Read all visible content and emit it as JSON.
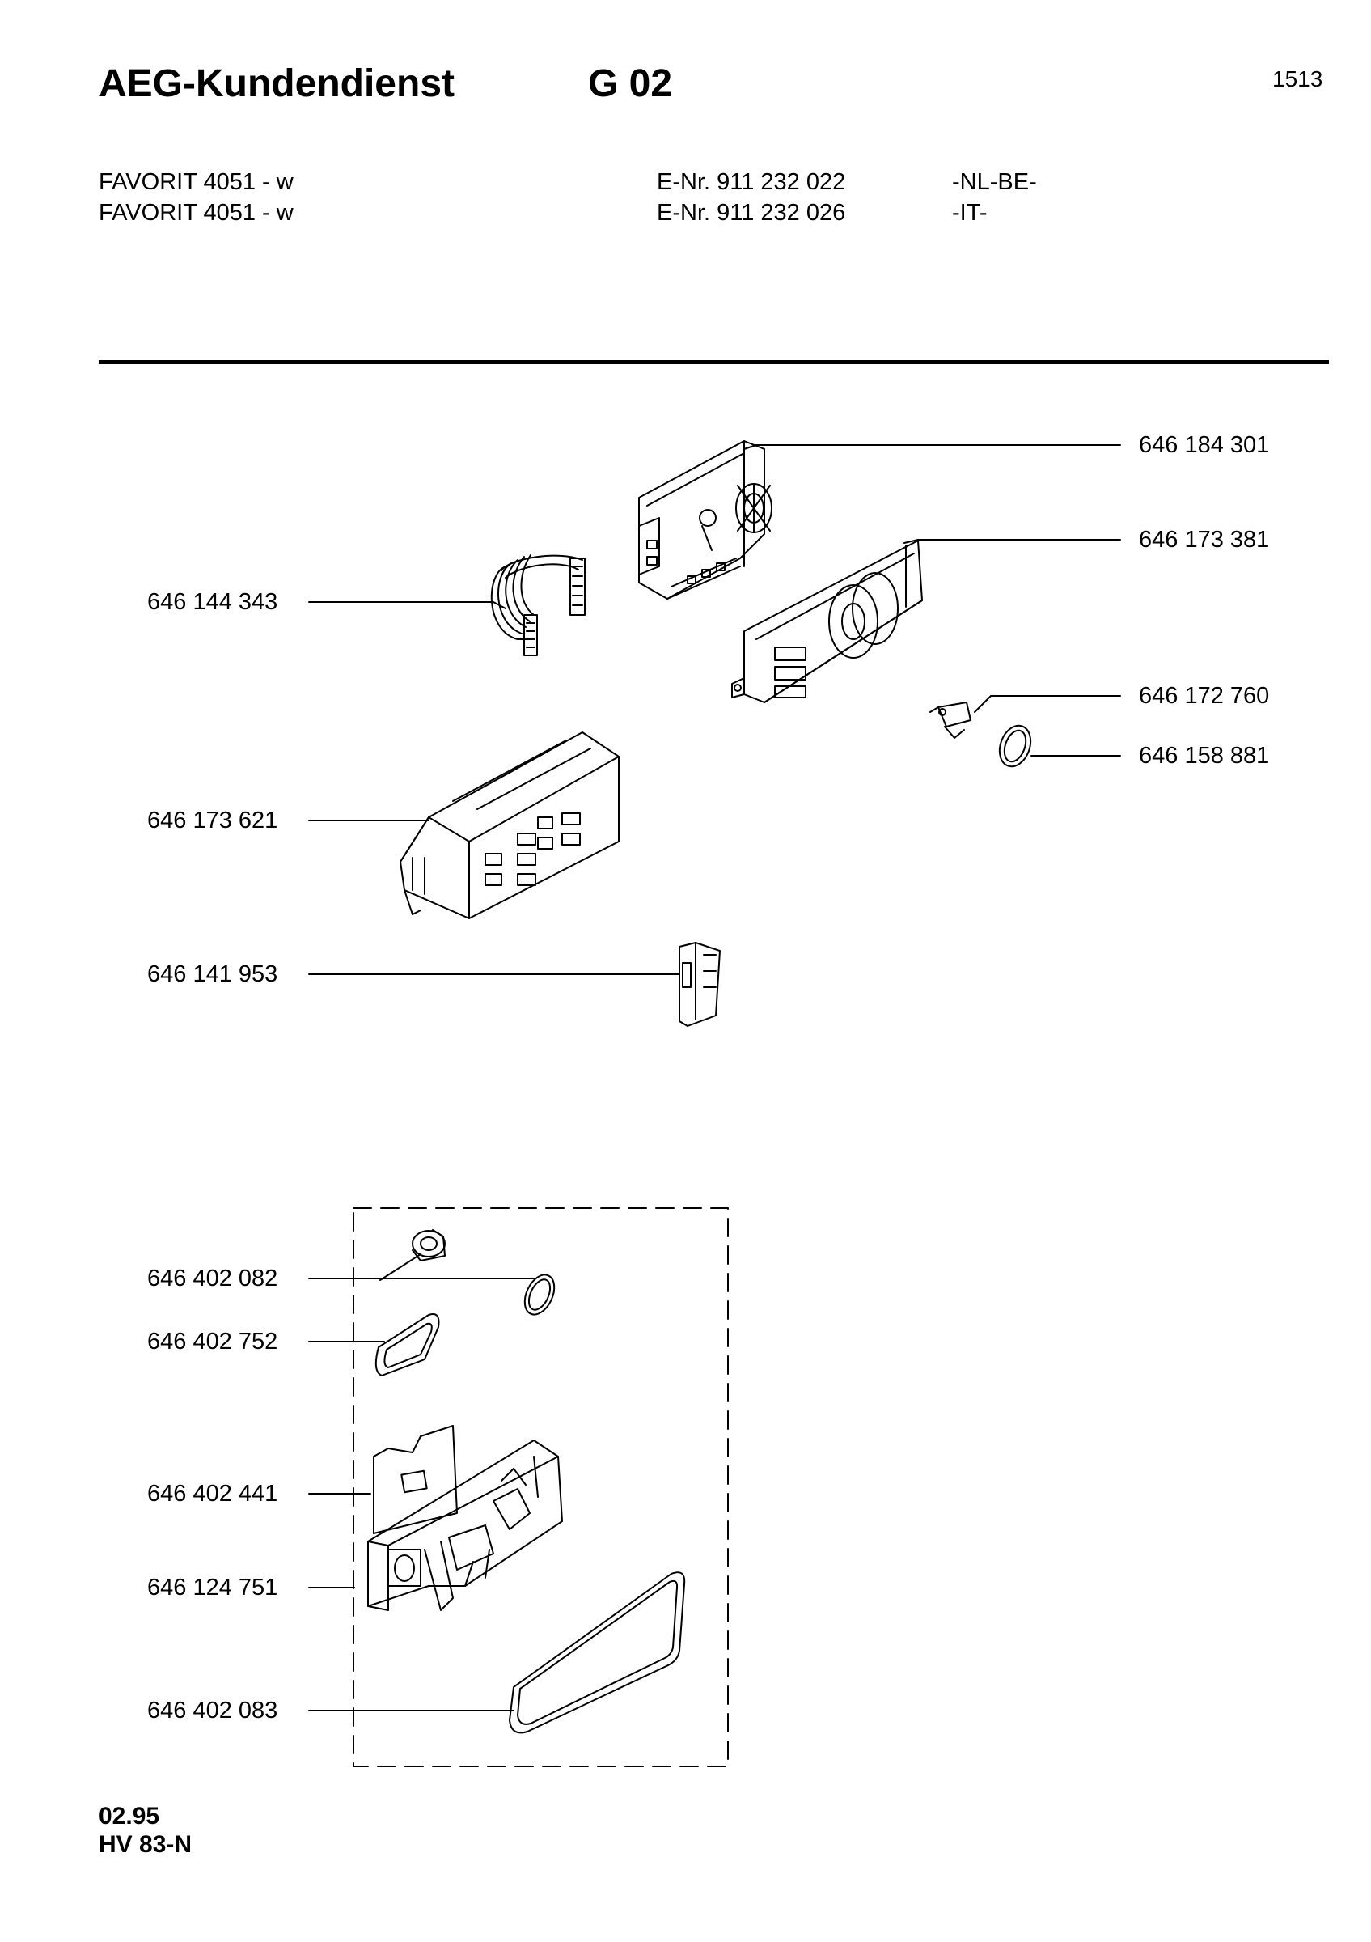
{
  "header": {
    "brand": "AEG-Kundendienst",
    "group": "G 02",
    "page_number": "1513"
  },
  "models": [
    {
      "name": "FAVORIT 4051 - w",
      "enr": "E-Nr. 911 232 022",
      "region": "-NL-BE-"
    },
    {
      "name": "FAVORIT 4051 - w",
      "enr": "E-Nr. 911 232 026",
      "region": "-IT-"
    }
  ],
  "parts": [
    "646 184 301",
    "646 173 381",
    "646 144 343",
    "646 172 760",
    "646 158 881",
    "646 173 621",
    "646 141 953",
    "646 402 082",
    "646 402 752",
    "646 402 441",
    "646 124 751",
    "646 402 083"
  ],
  "footer": {
    "date": "02.95",
    "code": "HV 83-N"
  }
}
